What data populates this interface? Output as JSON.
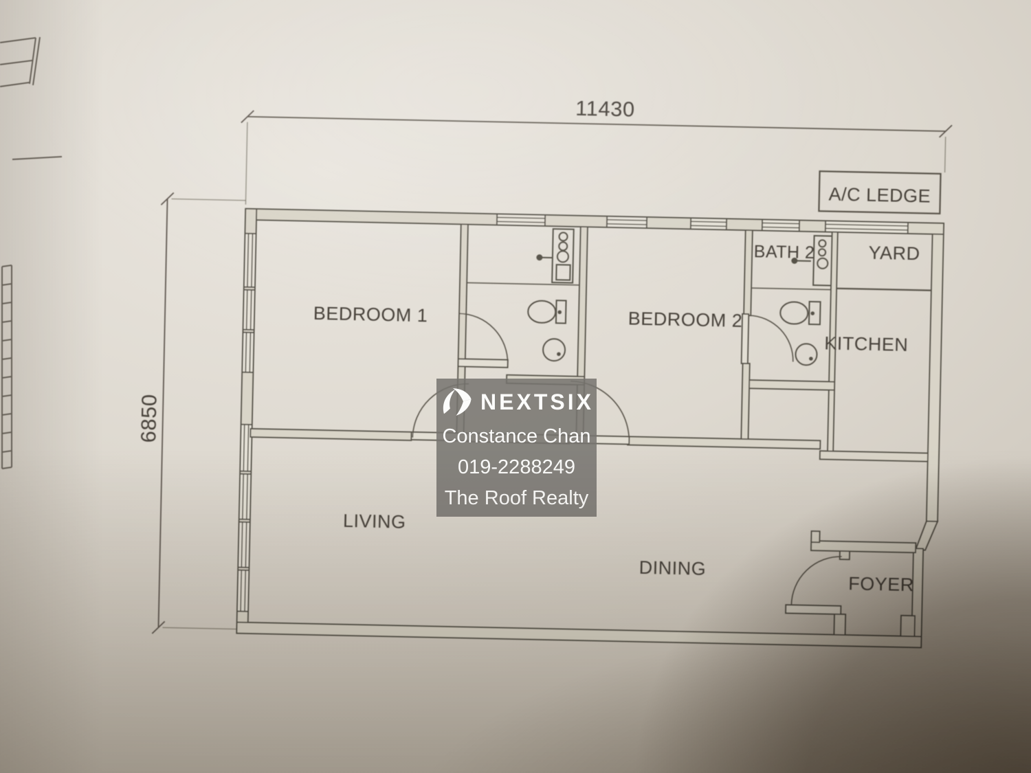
{
  "floor_plan": {
    "title": "apartment-floor-plan",
    "dimensions": {
      "width_label": "11430",
      "height_label": "6850"
    },
    "rooms": {
      "ac_ledge": "A/C LEDGE",
      "bath2": "BATH 2",
      "yard": "YARD",
      "bedroom1": "BEDROOM 1",
      "bedroom2": "BEDROOM 2",
      "kitchen": "KITCHEN",
      "living": "LIVING",
      "dining": "DINING",
      "foyer": "FOYER"
    }
  },
  "watermark": {
    "brand": "NEXTSIX",
    "agent_name": "Constance Chan",
    "phone": "019-2288249",
    "agency": "The Roof Realty",
    "logo_icon": "nextsix-swoosh-icon",
    "box_color": "#8d8a86",
    "text_color": "#fbfbfa"
  },
  "colors": {
    "paper": "#ded9d0",
    "ink": "#4c463c",
    "wall_fill": "#d9d4c7",
    "shadow": "#5c4f3f"
  }
}
